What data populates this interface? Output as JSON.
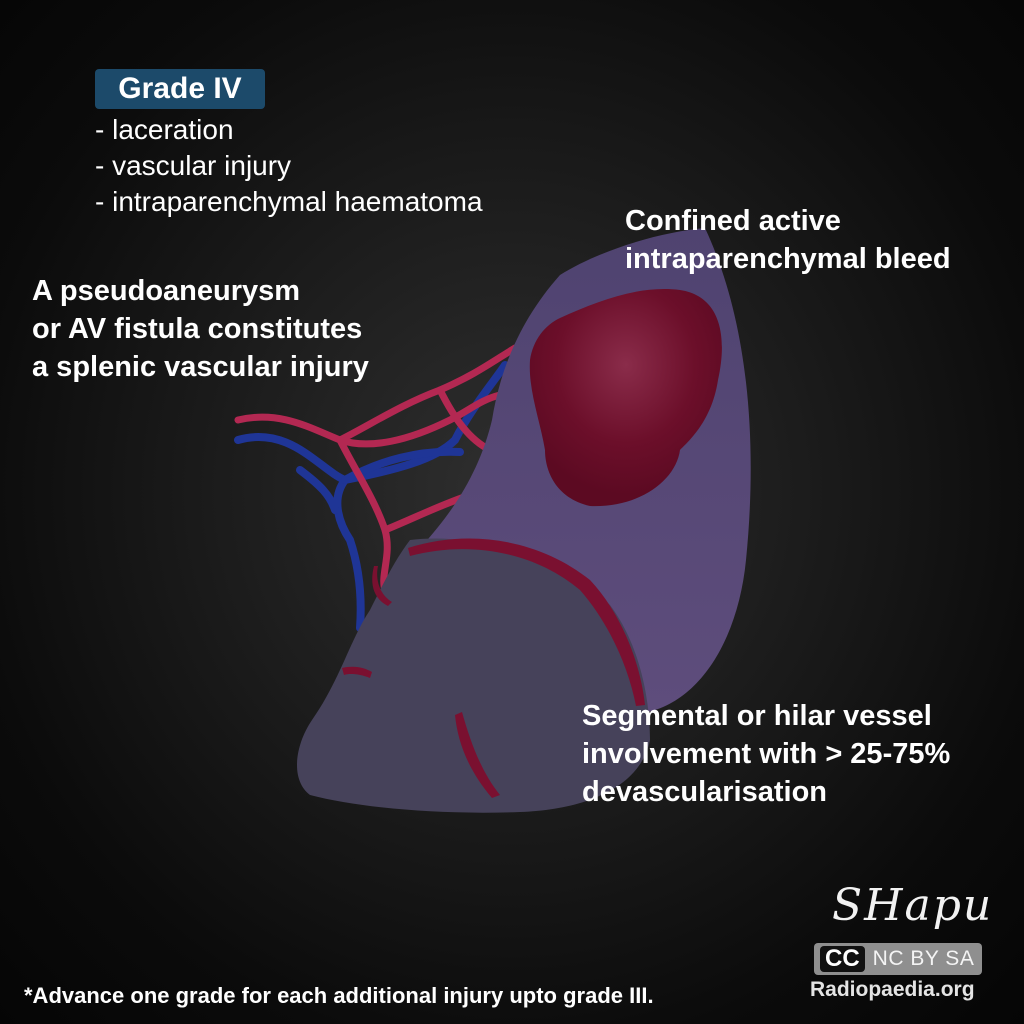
{
  "grade": {
    "title": "Grade IV",
    "items": [
      "- laceration",
      "- vascular injury",
      "- intraparenchymal haematoma"
    ]
  },
  "callouts": {
    "pseudoaneurysm": [
      "A pseudoaneurysm",
      "or AV fistula constitutes",
      "a splenic vascular injury"
    ],
    "bleed": [
      "Confined active",
      "intraparenchymal bleed"
    ],
    "segmental": [
      "Segmental or hilar vessel",
      "involvement with > 25-75%",
      "devascularisation"
    ]
  },
  "footnote": "*Advance one grade for each additional injury upto grade III.",
  "credit": {
    "signature": "SHapu",
    "cc": "CC",
    "license": "NC BY SA",
    "site": "Radiopaedia.org"
  },
  "colors": {
    "badge": "#1c4a6a",
    "spleen": "#5a4a78",
    "devascularised": "#46425a",
    "haematoma": "#6a0c26",
    "artery": "#b32852",
    "vein": "#1f3596"
  },
  "icons": [
    "spleen-illustration",
    "haematoma",
    "splenic-artery",
    "splenic-vein",
    "creative-commons-icon"
  ]
}
